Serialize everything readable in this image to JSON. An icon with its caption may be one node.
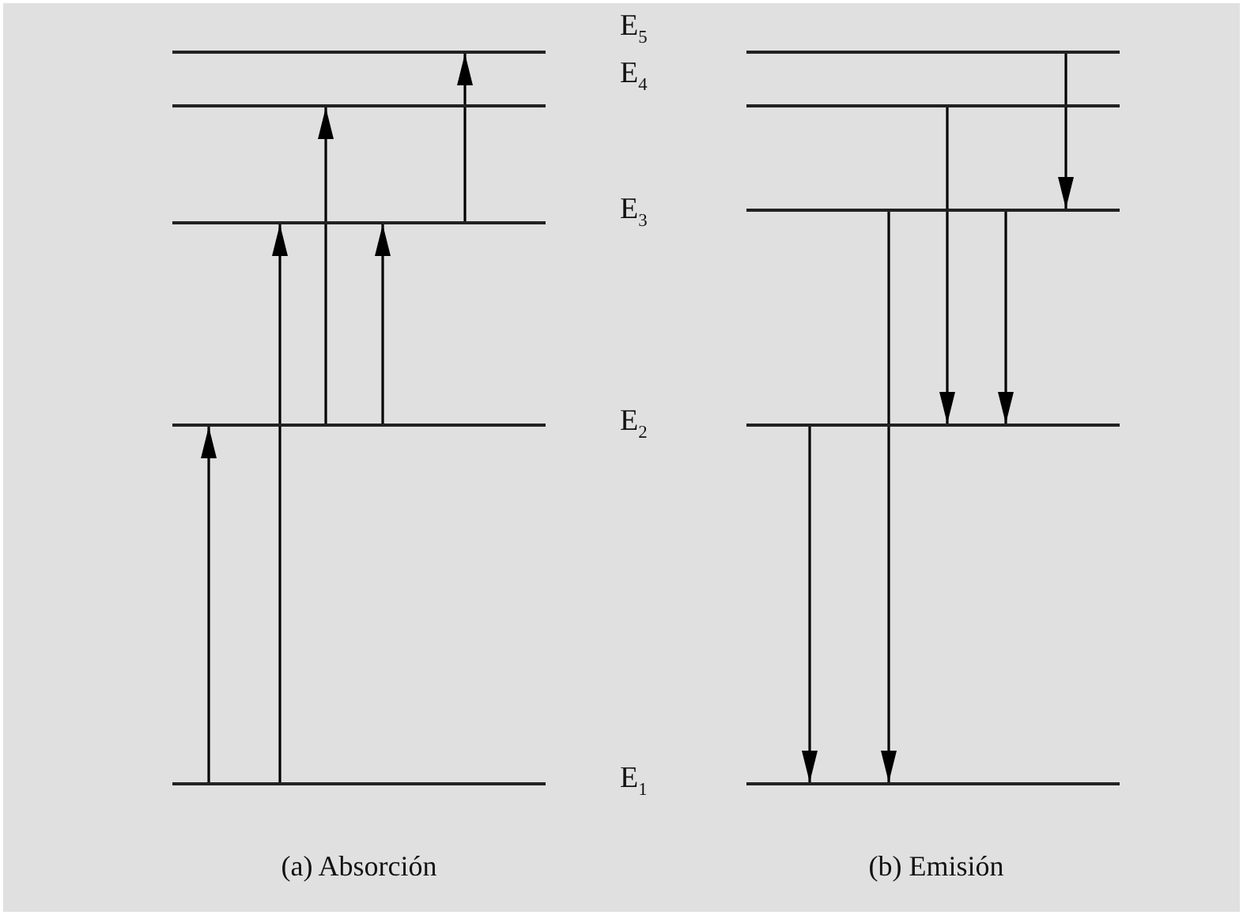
{
  "diagram": {
    "nodes": [
      {
        "text": [],
        "shape": "bar"
      },
      {
        "text": [],
        "shape": "bar"
      },
      {
        "text": [],
        "shape": "bar"
      },
      {
        "text": [],
        "shape": "bar"
      },
      {
        "text": [],
        "shape": "bar"
      },
      {
        "text": [],
        "shape": "bar"
      },
      {
        "text": [],
        "shape": "bar"
      },
      {
        "text": [],
        "shape": "bar"
      },
      {
        "text": [],
        "shape": "bar"
      },
      {
        "text": [],
        "shape": "bar"
      }
    ],
    "edges": [
      {
        "from": 4,
        "to": 3,
        "arrow": "to"
      },
      {
        "from": 4,
        "to": 2,
        "arrow": "to"
      },
      {
        "from": 3,
        "to": 1,
        "arrow": "to"
      },
      {
        "from": 3,
        "to": 2,
        "arrow": "to"
      },
      {
        "from": 2,
        "to": 0,
        "arrow": "to"
      },
      {
        "from": 5,
        "to": 7,
        "arrow": "to"
      },
      {
        "from": 6,
        "to": 8,
        "arrow": "to"
      },
      {
        "from": 7,
        "to": 8,
        "arrow": "to"
      },
      {
        "from": 8,
        "to": 9,
        "arrow": "to"
      },
      {
        "from": 7,
        "to": 9,
        "arrow": "to"
      }
    ],
    "labels": [
      "E$_{5}$",
      "E$_{4}$",
      "E$_{3}$",
      "E$_{2}$",
      "E$_{1}$",
      "(a) Absorción",
      "(b) Emisión"
    ]
  }
}
